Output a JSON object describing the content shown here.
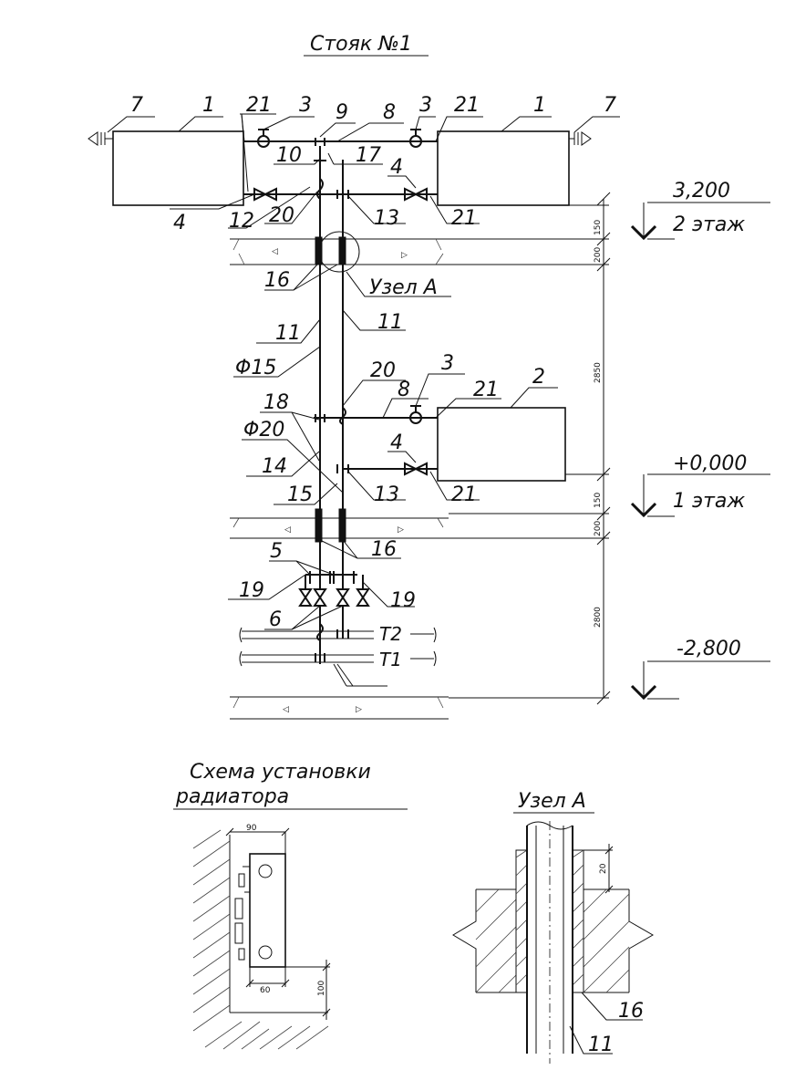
{
  "title": "Стояк №1",
  "levels": [
    {
      "value": "3,200",
      "floor": "2 этаж"
    },
    {
      "value": "+0,000",
      "floor": "1 этаж"
    },
    {
      "value": "-2,800",
      "floor": ""
    }
  ],
  "callouts": {
    "c1a": "1",
    "c1b": "1",
    "c2": "2",
    "c3a": "3",
    "c3b": "3",
    "c3c": "3",
    "c4a": "4",
    "c4b": "4",
    "c4c": "4",
    "c5": "5",
    "c6": "6",
    "c7a": "7",
    "c7b": "7",
    "c8a": "8",
    "c8b": "8",
    "c9": "9",
    "c10": "10",
    "c11a": "11",
    "c11b": "11",
    "c12": "12",
    "c13a": "13",
    "c13b": "13",
    "c14": "14",
    "c15": "15",
    "c16a": "16",
    "c16b": "16",
    "c17": "17",
    "c18": "18",
    "c19a": "19",
    "c19b": "19",
    "c20a": "20",
    "c20b": "20",
    "c21a": "21",
    "c21b": "21",
    "c21c": "21",
    "c21d": "21",
    "c21e": "21"
  },
  "labels": {
    "node_a": "Узел А",
    "phi15": "Φ15",
    "phi20": "Φ20",
    "t2": "T2",
    "t1": "T1"
  },
  "dimensions": {
    "d150a": "150",
    "d200a": "200",
    "d2850": "2850",
    "d150b": "150",
    "d200b": "200",
    "d2800": "2800"
  },
  "install_scheme": {
    "title_line1": "Схема установки",
    "title_line2": "радиатора",
    "dim90": "90",
    "dim60": "60",
    "dim100": "100"
  },
  "node_detail": {
    "title": "Узел А",
    "dim20": "20",
    "c16": "16",
    "c11": "11"
  }
}
